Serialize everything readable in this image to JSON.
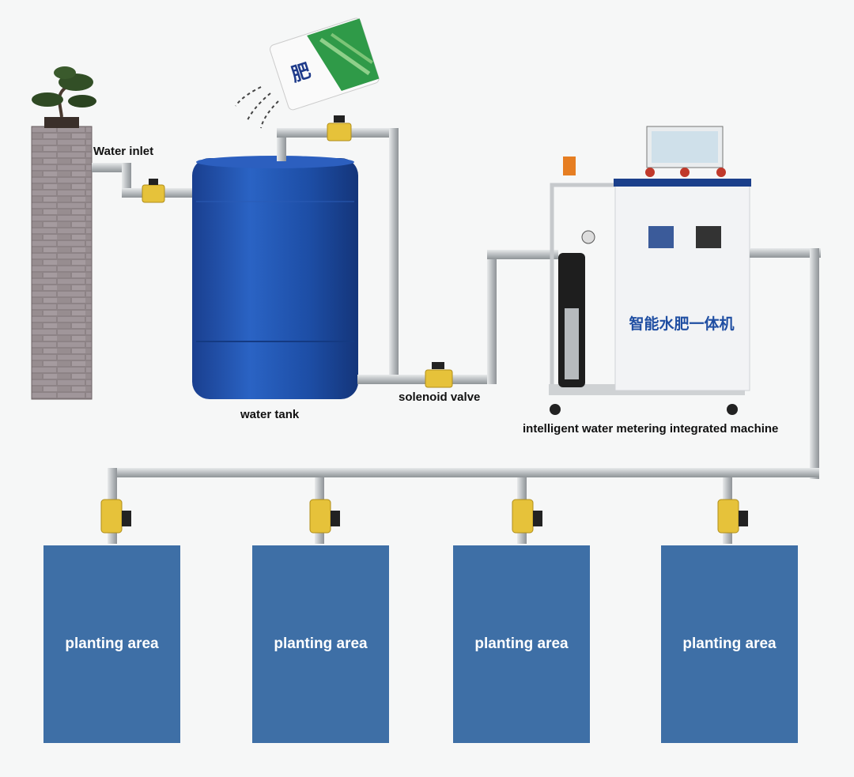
{
  "labels": {
    "water_inlet": "Water inlet",
    "water_tank": "water tank",
    "solenoid_valve": "solenoid valve",
    "machine": "intelligent water metering integrated machine"
  },
  "machine_panel_text": "智能水肥一体机",
  "fertilizer_bag_text": "肥",
  "planting_areas": [
    {
      "label": "planting area"
    },
    {
      "label": "planting area"
    },
    {
      "label": "planting area"
    },
    {
      "label": "planting area"
    }
  ],
  "colors": {
    "background": "#f6f7f7",
    "tank_blue": "#1f4fa8",
    "planting_area": "#3e6fa6",
    "valve_yellow": "#e6c23a",
    "pipe_steel": "#c9ccce",
    "wall_brick": "#8a7f82"
  },
  "icons": {
    "tree": "bonsai-tree-icon",
    "wall": "brick-wall-icon",
    "bag": "fertilizer-bag-icon",
    "valve": "valve-icon"
  }
}
